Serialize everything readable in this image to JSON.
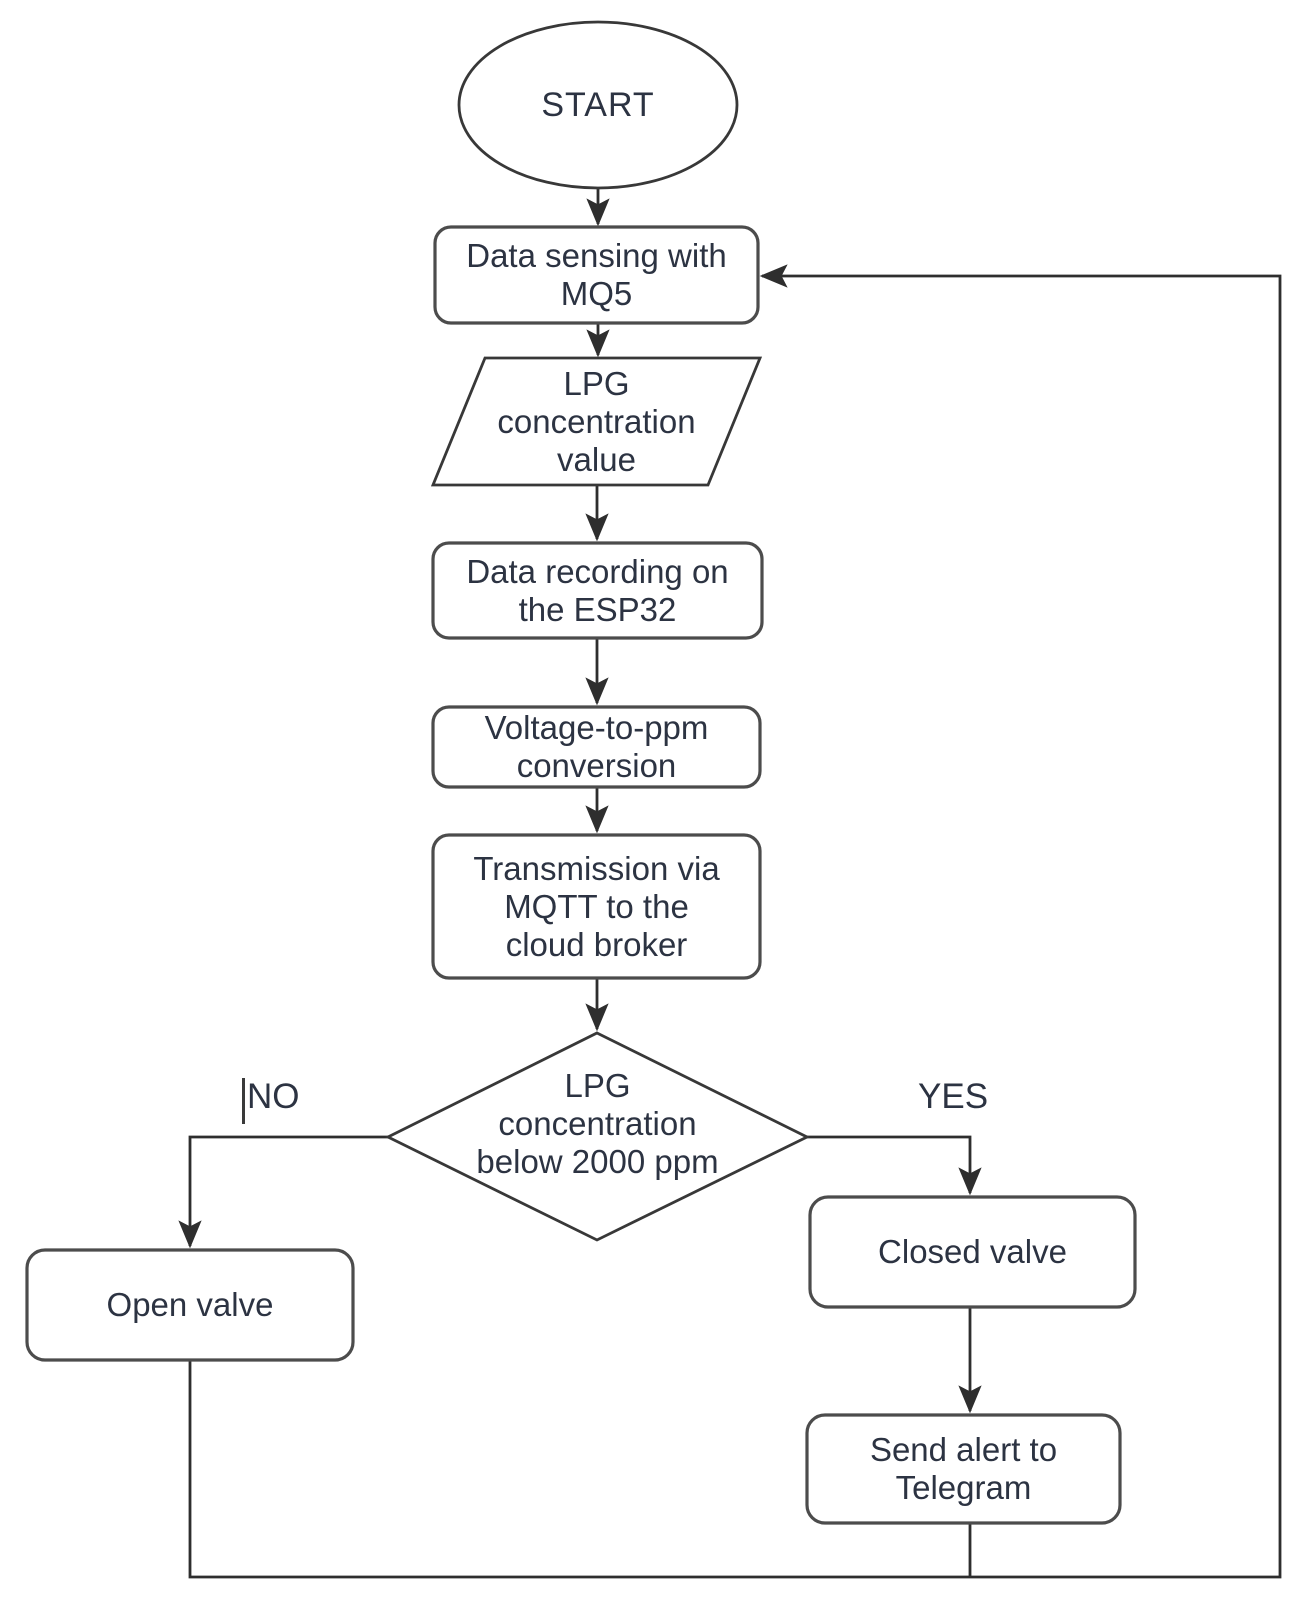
{
  "diagram": {
    "nodes": {
      "start": {
        "type": "terminator",
        "label": "START"
      },
      "sensing": {
        "type": "process",
        "label": "Data sensing with\nMQ5"
      },
      "lpg_value": {
        "type": "input-output",
        "label": "LPG\nconcentration\nvalue"
      },
      "recording": {
        "type": "process",
        "label": "Data recording on\nthe ESP32"
      },
      "conversion": {
        "type": "process",
        "label": "Voltage-to-ppm\nconversion"
      },
      "transmission": {
        "type": "process",
        "label": "Transmission via\nMQTT to the\ncloud broker"
      },
      "decision": {
        "type": "decision",
        "label": "LPG\nconcentration\nbelow 2000 ppm"
      },
      "open_valve": {
        "type": "process",
        "label": "Open valve"
      },
      "closed_valve": {
        "type": "process",
        "label": "Closed valve"
      },
      "send_alert": {
        "type": "process",
        "label": "Send alert to\nTelegram"
      }
    },
    "edge_labels": {
      "no": "NO",
      "yes": "YES"
    },
    "colors": {
      "background": "#ffffff",
      "line": "#2e2e2e",
      "box_border": "#4c4c4c",
      "outline": "#383838",
      "text": "#2c3342",
      "caret": "#3a3a3a"
    }
  }
}
